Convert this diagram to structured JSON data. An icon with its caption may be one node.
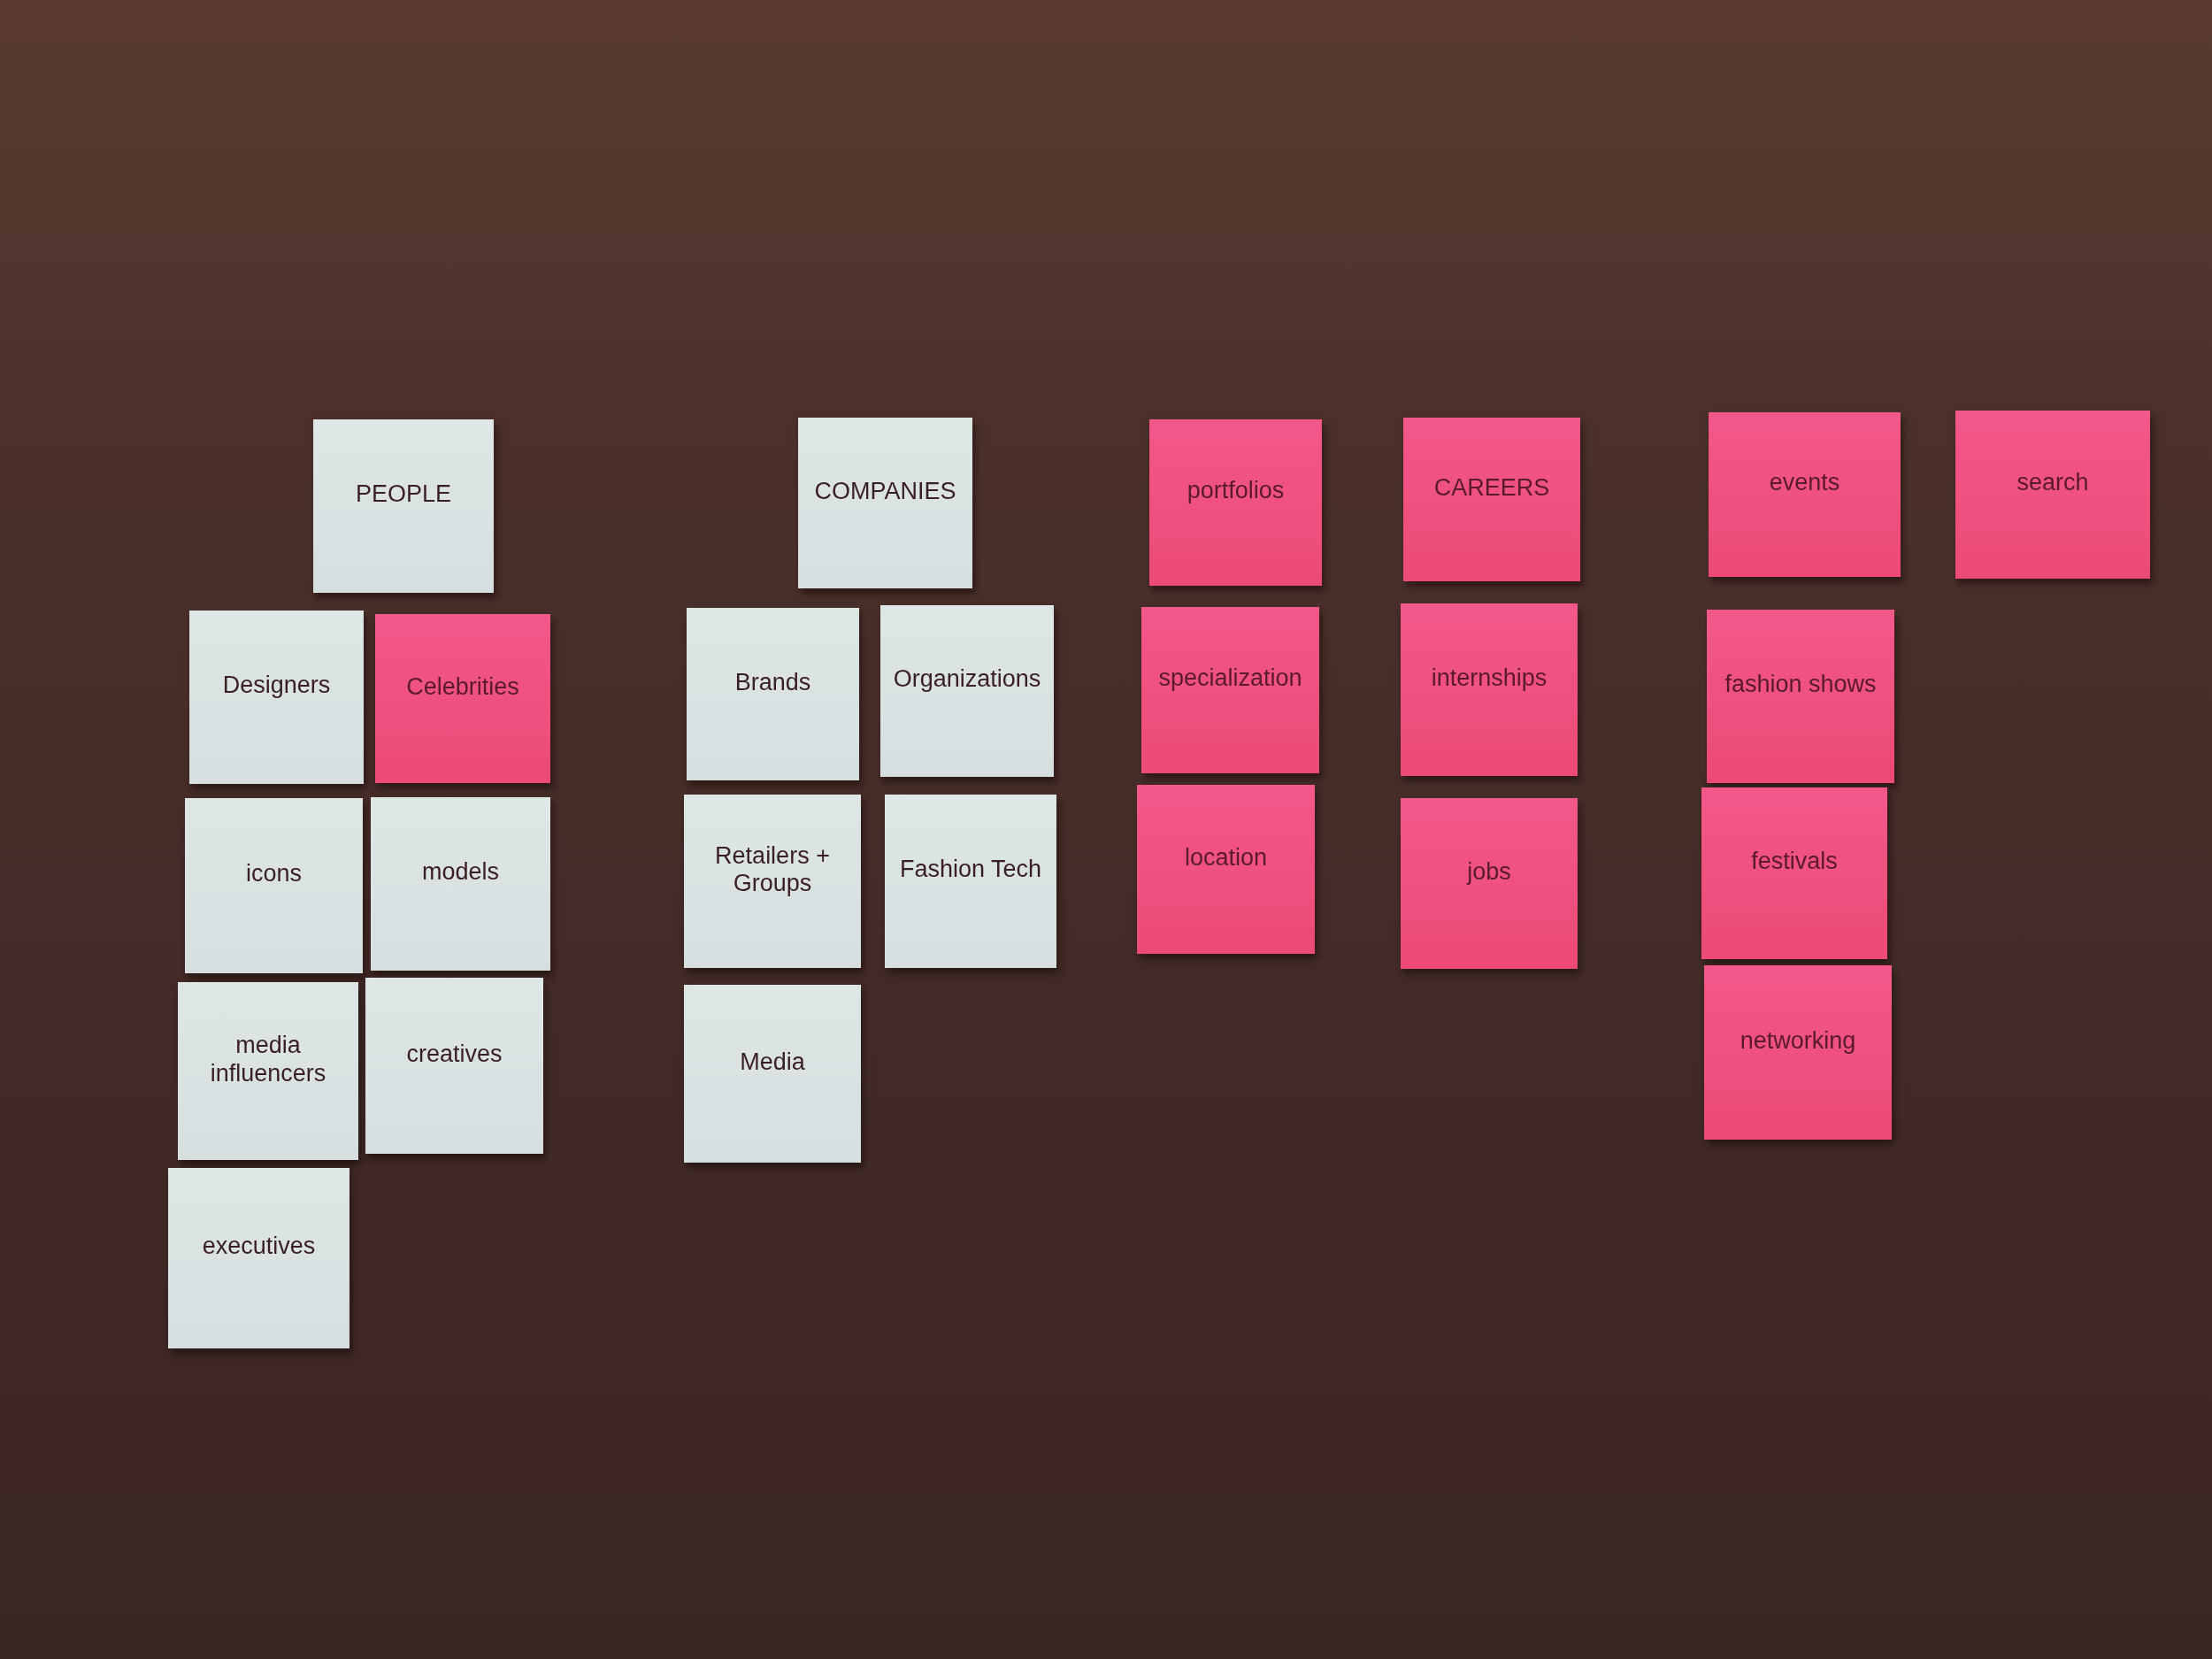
{
  "diagram": {
    "nodes": [
      {
        "text": [
          "PEOPLE"
        ]
      },
      {
        "text": [
          "Designers"
        ]
      },
      {
        "text": [
          "Celebrities"
        ]
      },
      {
        "text": [
          "icons"
        ]
      },
      {
        "text": [
          "models"
        ]
      },
      {
        "text": [
          "media influencers"
        ]
      },
      {
        "text": [
          "creatives"
        ]
      },
      {
        "text": [
          "executives"
        ]
      },
      {
        "text": [
          "COMPANIES"
        ]
      },
      {
        "text": [
          "Brands"
        ]
      },
      {
        "text": [
          "Organizations"
        ]
      },
      {
        "text": [
          "Retailers + Groups"
        ]
      },
      {
        "text": [
          "Fashion Tech"
        ]
      },
      {
        "text": [
          "Media"
        ]
      },
      {
        "text": [
          "portfolios"
        ]
      },
      {
        "text": [
          "specialization"
        ]
      },
      {
        "text": [
          "location"
        ]
      },
      {
        "text": [
          "CAREERS"
        ]
      },
      {
        "text": [
          "internships"
        ]
      },
      {
        "text": [
          "jobs"
        ]
      },
      {
        "text": [
          "events"
        ]
      },
      {
        "text": [
          "fashion shows"
        ]
      },
      {
        "text": [
          "festivals"
        ]
      },
      {
        "text": [
          "networking"
        ]
      },
      {
        "text": [
          "search"
        ]
      }
    ]
  }
}
